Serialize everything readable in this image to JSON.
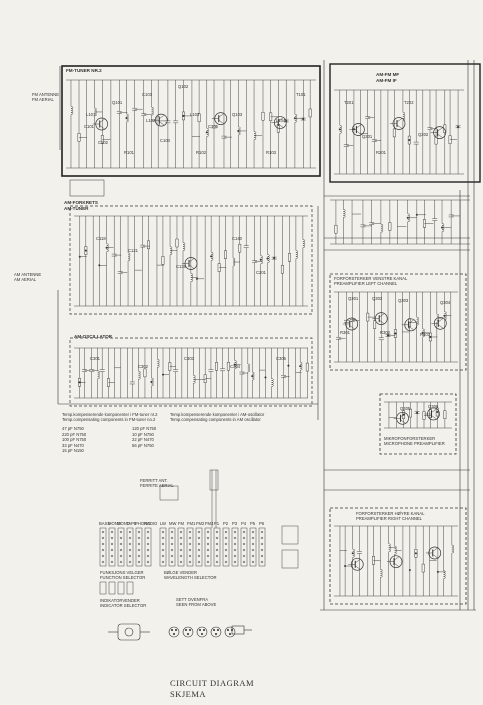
{
  "sections": {
    "fm_tuner": "FM-TUNER NR.2",
    "am_fm_if": "AM-FM MF",
    "am_fm_if_en": "AM-FM IF",
    "am_forkrets": "AM-FORKRETS",
    "am_tuner": "AM-TUNER",
    "am_oscillator": "AM-OSCILLATOR",
    "preamp_left_no": "FORFORSTERKER VENSTRE KANAL",
    "preamp_left_en": "PREAMPLIFIER LEFT CHANNEL",
    "mic_preamp_no": "MIKROFONFORSTERKER",
    "mic_preamp_en": "MICROPHONE PREAMPLIFIER",
    "preamp_right_no": "FORFORSTERKER HØYRE KANAL",
    "preamp_right_en": "PREAMPLIFIER RIGHT CHANNEL"
  },
  "antenna": {
    "fm_input": "FM ANTENNE\nFM AERIAL",
    "am_input": "AM ANTENNE\nAM AERIAL",
    "ferrite": "FERRITT ANT.\nFERRITE AERIAL"
  },
  "selectors": {
    "function_no": "FUNKSJONS VELGER",
    "function_en": "FUNCTION SELECTOR",
    "band_no": "BØLGE VENDER",
    "band_en": "WAVELENGTH SELECTOR",
    "indicator_no": "INDIKATORVENDER",
    "indicator_en": "INDICATOR SELECTOR",
    "function_positions": [
      "BASS",
      "MONO",
      "MONO",
      "TAPE",
      "PHONO",
      "RADIO"
    ],
    "band_positions": [
      "LW",
      "MW",
      "FM",
      "FM1",
      "FM2",
      "FM3",
      "P1",
      "P2",
      "P3",
      "P4",
      "P5",
      "P6"
    ]
  },
  "notes": {
    "view_from_above_no": "SETT OVENFRA",
    "view_from_above_en": "SEEN FROM ABOVE",
    "comp_line1": "Temp.kompenserende komponenter i FM-tuner nr.2",
    "comp_line2": "Temp.kompenserende komponenter i AM-oscillator",
    "comp_line3": "Temp.compensating components in FM-tuner no.2",
    "comp_line4": "Temp.compensating components in AM oscillator"
  },
  "components": {
    "transistors": [
      "Q101",
      "Q102",
      "Q103",
      "Q201",
      "Q202",
      "Q301",
      "Q302",
      "Q303",
      "Q304",
      "Q305",
      "Q306"
    ],
    "caps": [
      "C101",
      "C102",
      "C103",
      "C104",
      "C105",
      "C118",
      "C121",
      "C138",
      "C140",
      "C201",
      "C301",
      "C302",
      "C303",
      "C304",
      "C305"
    ],
    "cap_values": [
      "47 pF N750",
      "220 pF N750",
      "100 pF N750",
      "33 pF N470",
      "15 pF N150",
      "120 pF N750",
      "10 pF N750",
      "22 pF N470",
      "56 pF N750"
    ],
    "resistors": [
      "R101",
      "R102",
      "R103",
      "R201",
      "R301",
      "R302",
      "R303"
    ],
    "coils": [
      "L101",
      "L102",
      "L103",
      "L104",
      "T101",
      "T201",
      "T202"
    ]
  },
  "footer": {
    "title_en": "CIRCUIT DIAGRAM",
    "title_no": "SKJEMA"
  }
}
